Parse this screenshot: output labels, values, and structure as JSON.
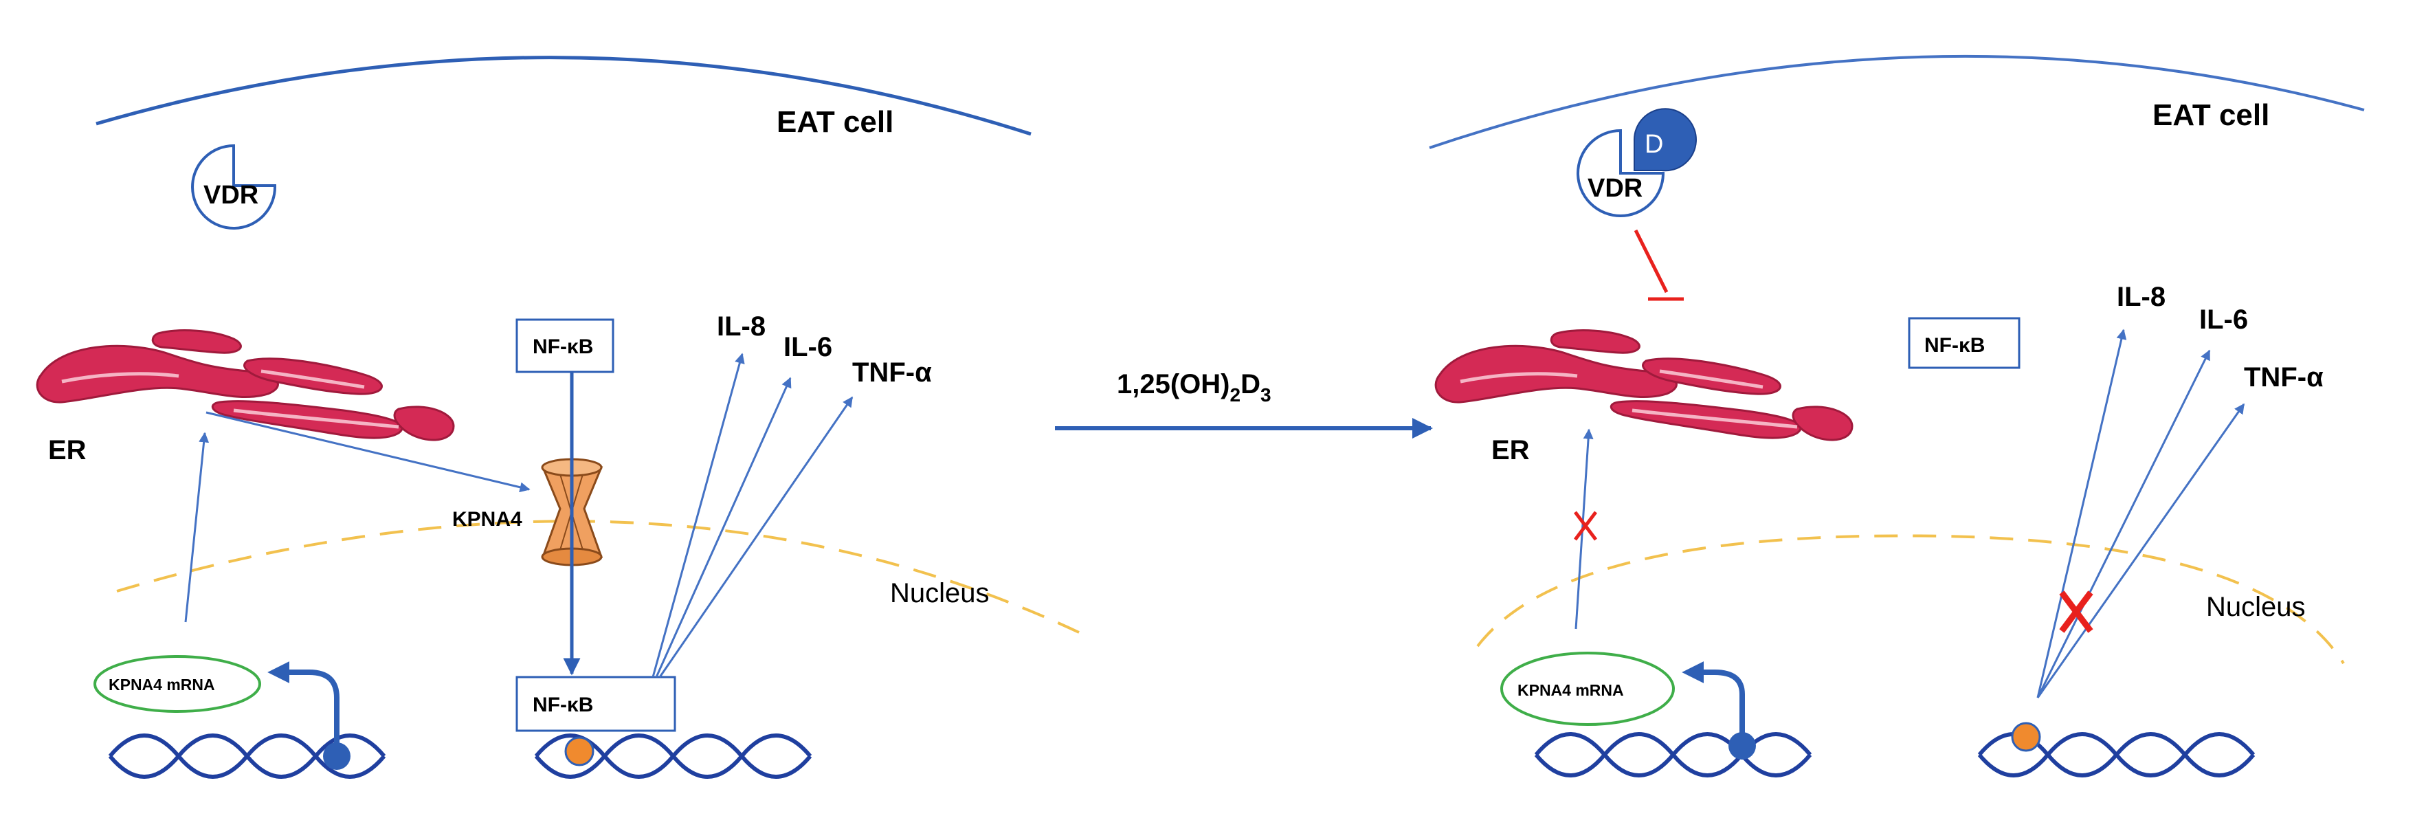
{
  "left_panel": {
    "cell_label": "EAT cell",
    "vdr_label": "VDR",
    "er_label": "ER",
    "kpna4_label": "KPNA4",
    "nfkb_top_label": "NF-κB",
    "nfkb_bottom_label": "NF-κB",
    "cytokines": [
      "IL-8",
      "IL-6",
      "TNF-α"
    ],
    "nucleus_label": "Nucleus",
    "mrna_label": "KPNA4 mRNA"
  },
  "treatment": {
    "base": "1,25(OH)",
    "sub1": "2",
    "mid": "D",
    "sub2": "3"
  },
  "right_panel": {
    "cell_label": "EAT cell",
    "vdr_label": "VDR",
    "ligand_label": "D",
    "er_label": "ER",
    "nfkb_label": "NF-κB",
    "cytokines": [
      "IL-8",
      "IL-6",
      "TNF-α"
    ],
    "nucleus_label": "Nucleus",
    "mrna_label": "KPNA4 mRNA"
  },
  "colors": {
    "arrow_blue": "#4472c4",
    "membrane_blue": "#2e5fb5",
    "er_pink": "#d42a55",
    "nucleus_yellow": "#f2c14e",
    "mrna_green": "#3fae49",
    "block_red": "#e8211d",
    "pore_orange": "#f0a060",
    "dna_blue": "#1f3f9f"
  }
}
